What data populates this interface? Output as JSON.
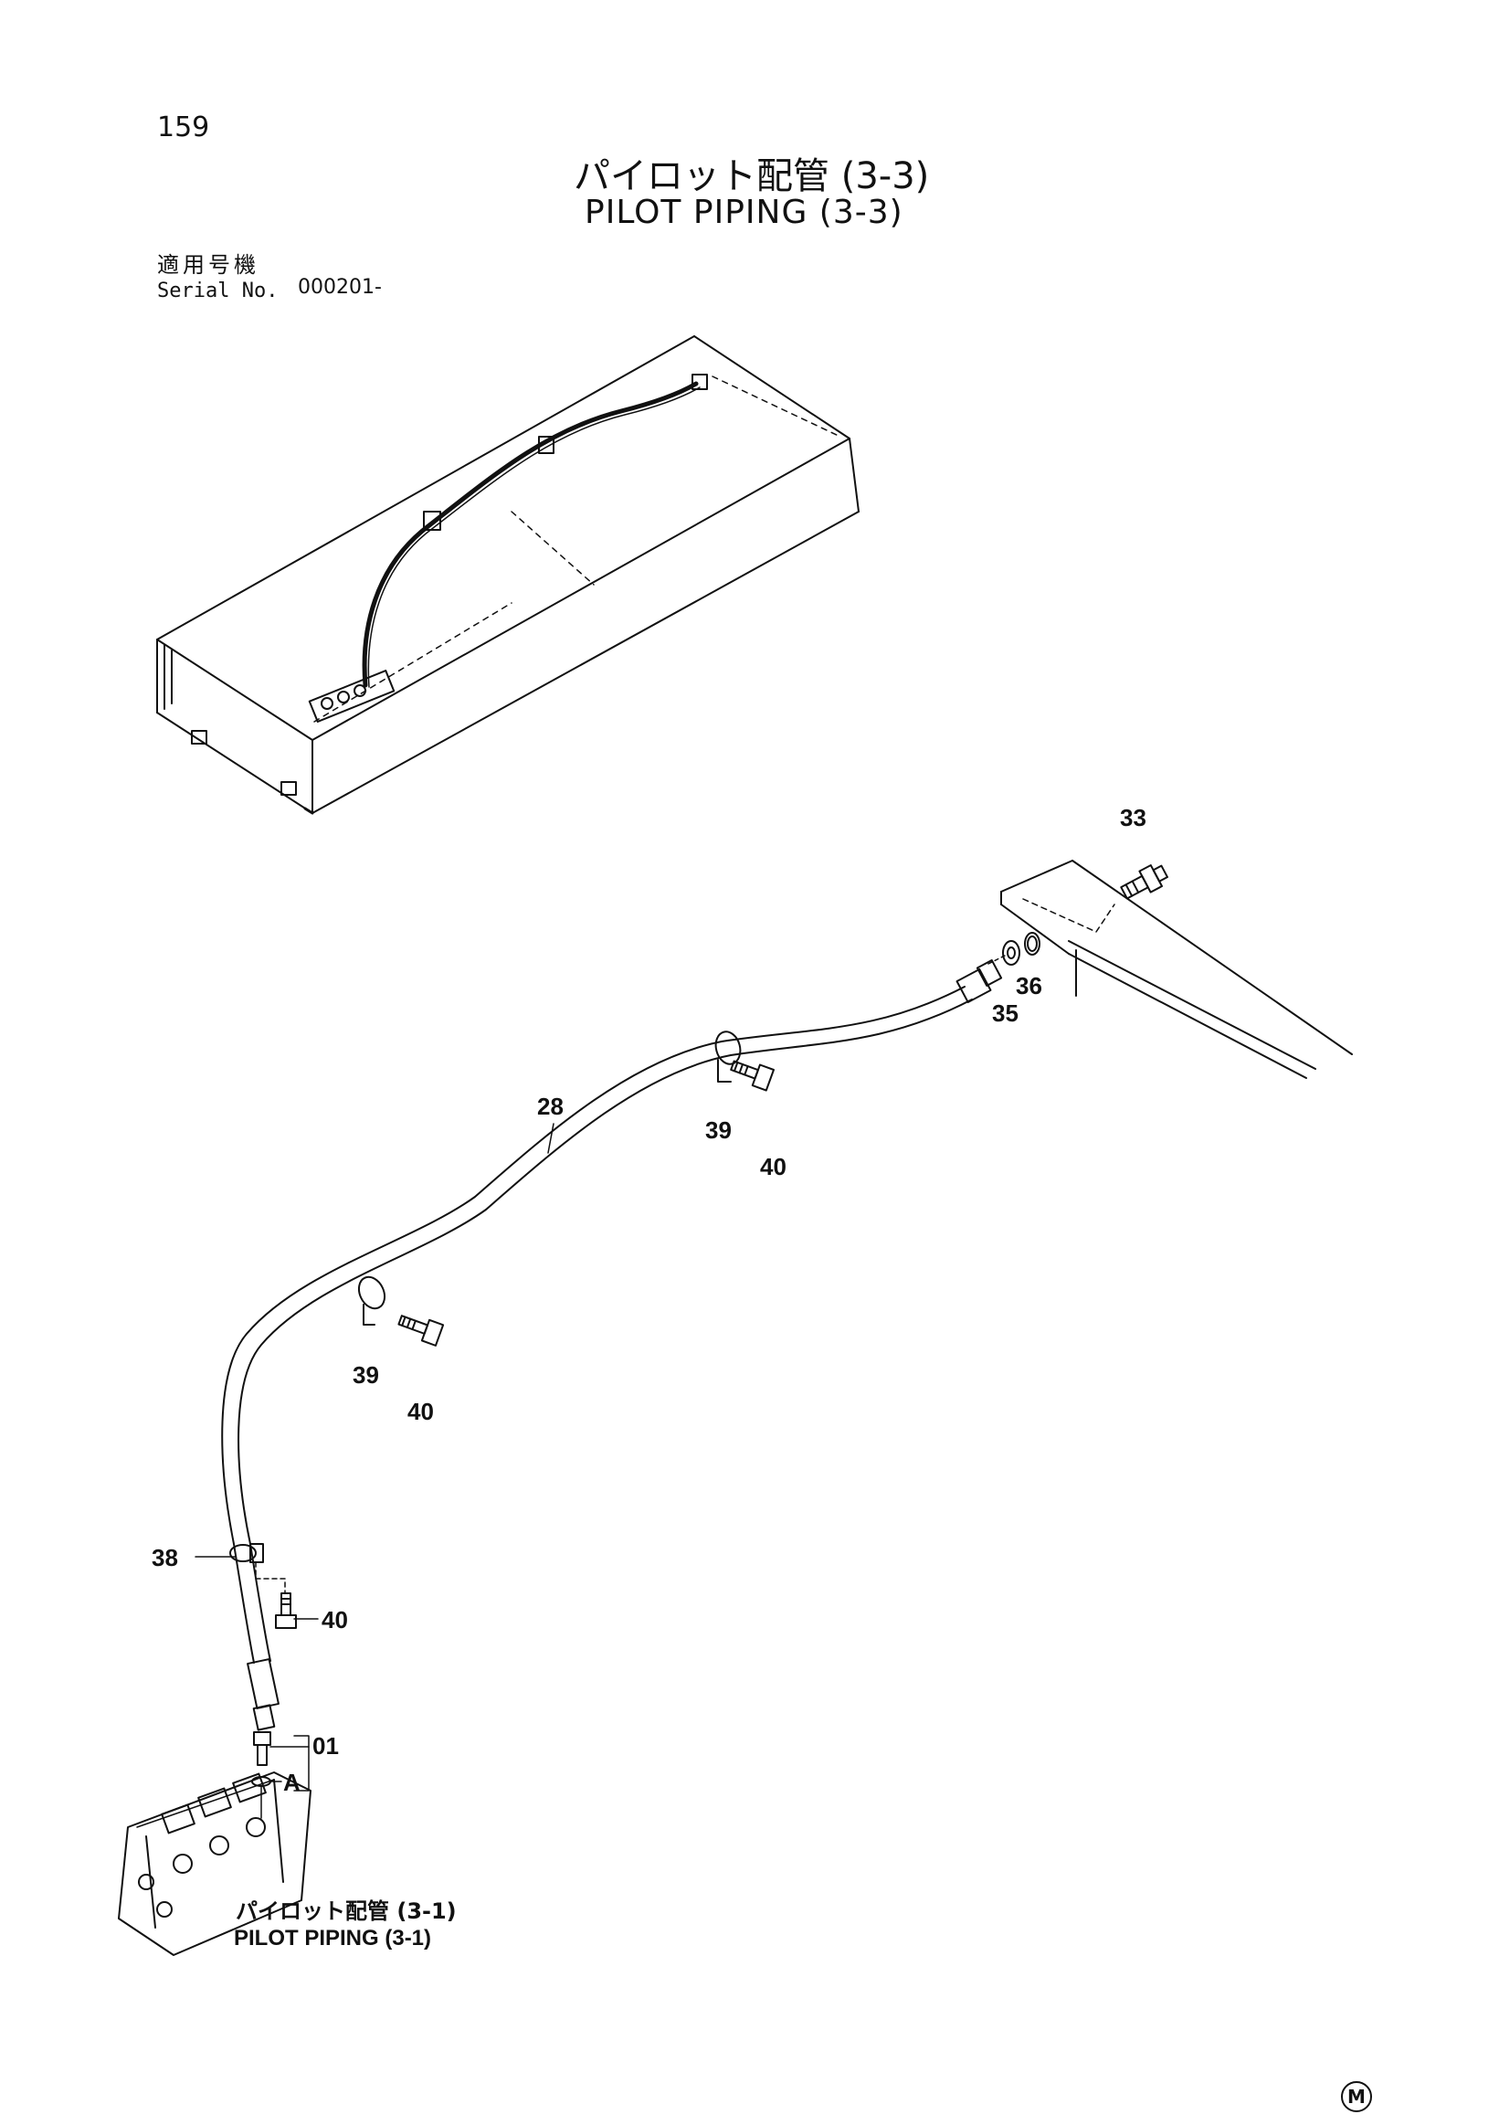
{
  "page_number": "159",
  "title_jp": "パイロット配管 (3-3)",
  "title_en": "PILOT PIPING (3-3)",
  "serial": {
    "label_jp": "適用号機",
    "label_en": "Serial No.",
    "value": "000201-"
  },
  "callouts": {
    "c33": "33",
    "c35": "35",
    "c36": "36",
    "c28": "28",
    "c39a": "39",
    "c40a": "40",
    "c39b": "39",
    "c40b": "40",
    "c38": "38",
    "c40c": "40",
    "c01": "01",
    "cA": "A"
  },
  "reference": {
    "jp": "パイロット配管 (3-1)",
    "en": "PILOT PIPING (3-1)"
  },
  "footer_mark": "M"
}
